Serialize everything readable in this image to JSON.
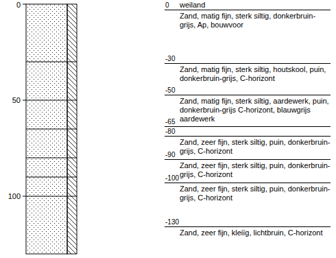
{
  "diagram": {
    "labels": [
      "0",
      "50",
      "100",
      "0",
      "weiland",
      "Zand, matig fijn, sterk siltig, donkerbruin-grijs, Ap, bouwvoor",
      "-30",
      "Zand, matig fijn, sterk siltig, houtskool, puin, donkerbruin-grijs, C-horizont",
      "-50",
      "Zand, matig fijn, sterk siltig, aardewerk, puin, donkerbruin-grijs C-horizont, blauwgrijs aardewerk",
      "-65",
      "-80",
      "Zand, zeer fijn, sterk siltig, puin, donkerbruin-grijs, C-horizont",
      "-90",
      "Zand, zeer fijn, sterk siltig, puin, donkerbruin-grijs, C-horizont",
      "-100",
      "Zand, zeer fijn, sterk siltig, puin, donkerbruin-grijs, C-horizont",
      "-130",
      "Zand, zeer fijn, kleiïg, lichtbruin, C-horizont"
    ]
  }
}
